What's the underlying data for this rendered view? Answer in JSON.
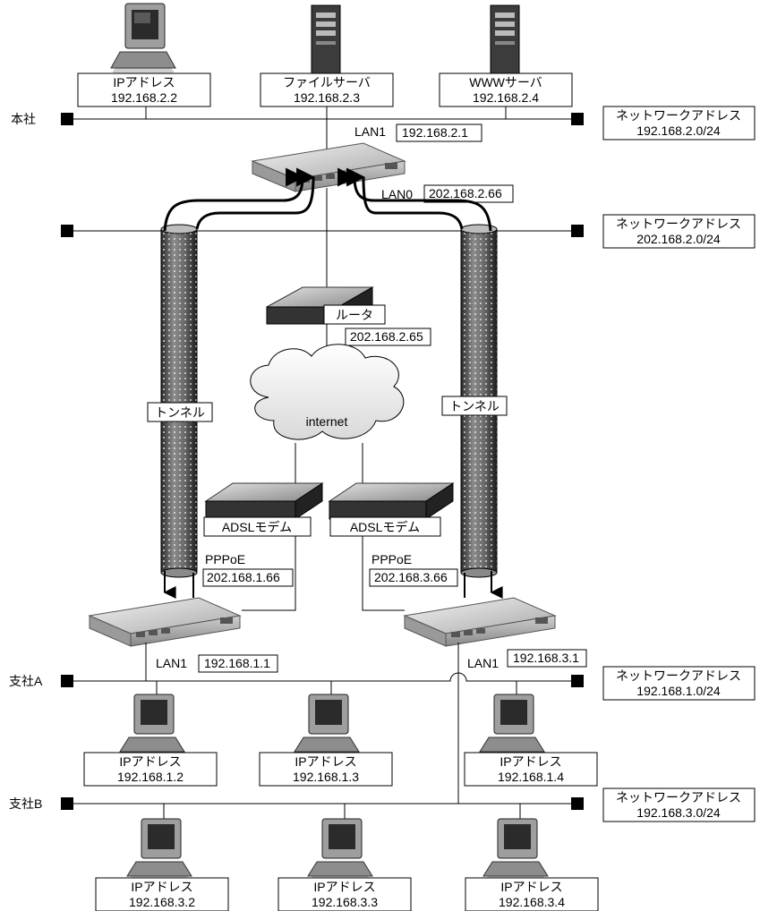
{
  "networks": [
    {
      "id": "honsha",
      "name": "本社",
      "net_label": "ネットワークアドレス",
      "net_addr": "192.168.2.0/24"
    },
    {
      "id": "wan",
      "name": "",
      "net_label": "ネットワークアドレス",
      "net_addr": "202.168.2.0/24"
    },
    {
      "id": "shisha_a",
      "name": "支社A",
      "net_label": "ネットワークアドレス",
      "net_addr": "192.168.1.0/24"
    },
    {
      "id": "shisha_b",
      "name": "支社B",
      "net_label": "ネットワークアドレス",
      "net_addr": "192.168.3.0/24"
    }
  ],
  "hosts_top": [
    {
      "type": "pc",
      "line1": "IPアドレス",
      "line2": "192.168.2.2"
    },
    {
      "type": "server",
      "line1": "ファイルサーバ",
      "line2": "192.168.2.3"
    },
    {
      "type": "server",
      "line1": "WWWサーバ",
      "line2": "192.168.2.4"
    }
  ],
  "hosts_a": [
    {
      "line1": "IPアドレス",
      "line2": "192.168.1.2"
    },
    {
      "line1": "IPアドレス",
      "line2": "192.168.1.3"
    },
    {
      "line1": "IPアドレス",
      "line2": "192.168.1.4"
    }
  ],
  "hosts_b": [
    {
      "line1": "IPアドレス",
      "line2": "192.168.3.2"
    },
    {
      "line1": "IPアドレス",
      "line2": "192.168.3.3"
    },
    {
      "line1": "IPアドレス",
      "line2": "192.168.3.4"
    }
  ],
  "center": {
    "lan1_label": "LAN1",
    "lan1_addr": "192.168.2.1",
    "lan0_label": "LAN0",
    "lan0_addr": "202.168.2.66"
  },
  "router": {
    "label": "ルータ",
    "addr": "202.168.2.65"
  },
  "cloud": {
    "label": "internet"
  },
  "tunnel_label": "トンネル",
  "modem_label": "ADSLモデム",
  "branch_a": {
    "pppoe": "PPPoE",
    "wan_addr": "202.168.1.66",
    "lan1_label": "LAN1",
    "lan1_addr": "192.168.1.1"
  },
  "branch_b": {
    "pppoe": "PPPoE",
    "wan_addr": "202.168.3.66",
    "lan1_label": "LAN1",
    "lan1_addr": "192.168.3.1"
  }
}
